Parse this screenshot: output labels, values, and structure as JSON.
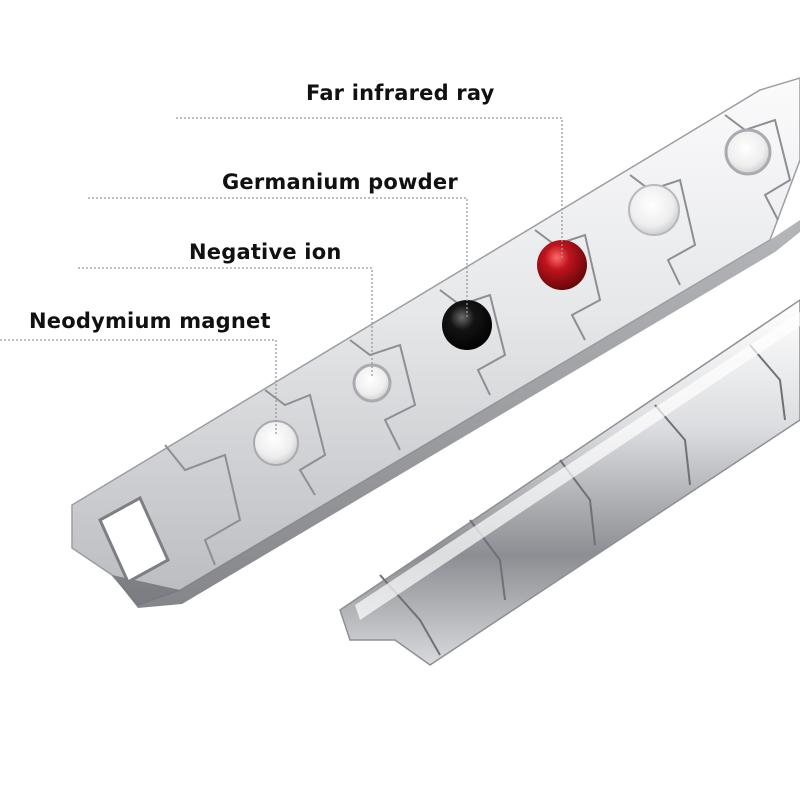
{
  "image": {
    "subject": "stainless steel magnetic bracelet with four embedded element stones"
  },
  "callouts": [
    {
      "id": "far_infrared",
      "text": "Far infrared ray",
      "stone_color": "#b0141c"
    },
    {
      "id": "germanium",
      "text": "Germanium powder",
      "stone_color": "#0d0d0d"
    },
    {
      "id": "negative_ion",
      "text": "Negative ion",
      "stone_color": "#e9e9e9"
    },
    {
      "id": "neodymium",
      "text": "Neodymium magnet",
      "stone_color": "#dcdcdc"
    }
  ],
  "colors": {
    "steel_light": "#f2f2f3",
    "steel_mid": "#c9cacd",
    "steel_dark": "#7d7f84",
    "leader_line": "#9a9a9a",
    "label_text": "#111111"
  }
}
